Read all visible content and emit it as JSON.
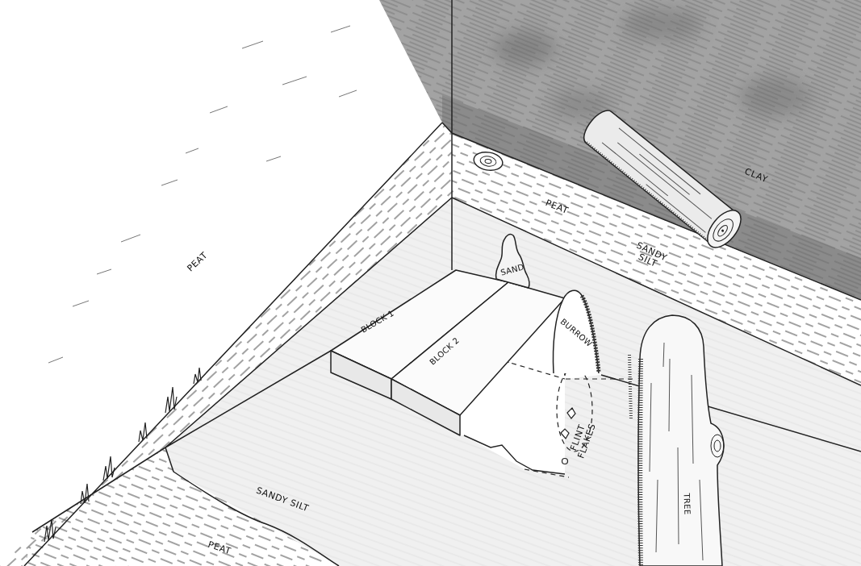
{
  "diagram": {
    "nodes": [
      {
        "text": [
          "SAND"
        ]
      },
      {
        "text": [
          "BLOCK 1"
        ]
      },
      {
        "text": [
          "BLOCK 2"
        ]
      },
      {
        "text": [
          "BURROW"
        ]
      },
      {
        "text": [
          "TREE"
        ]
      }
    ],
    "labels": [
      "CLAY",
      "PEAT",
      "PEAT",
      "SANDY SILT",
      "FLINT FLAKES",
      "SANDY SILT",
      "PEAT"
    ]
  }
}
